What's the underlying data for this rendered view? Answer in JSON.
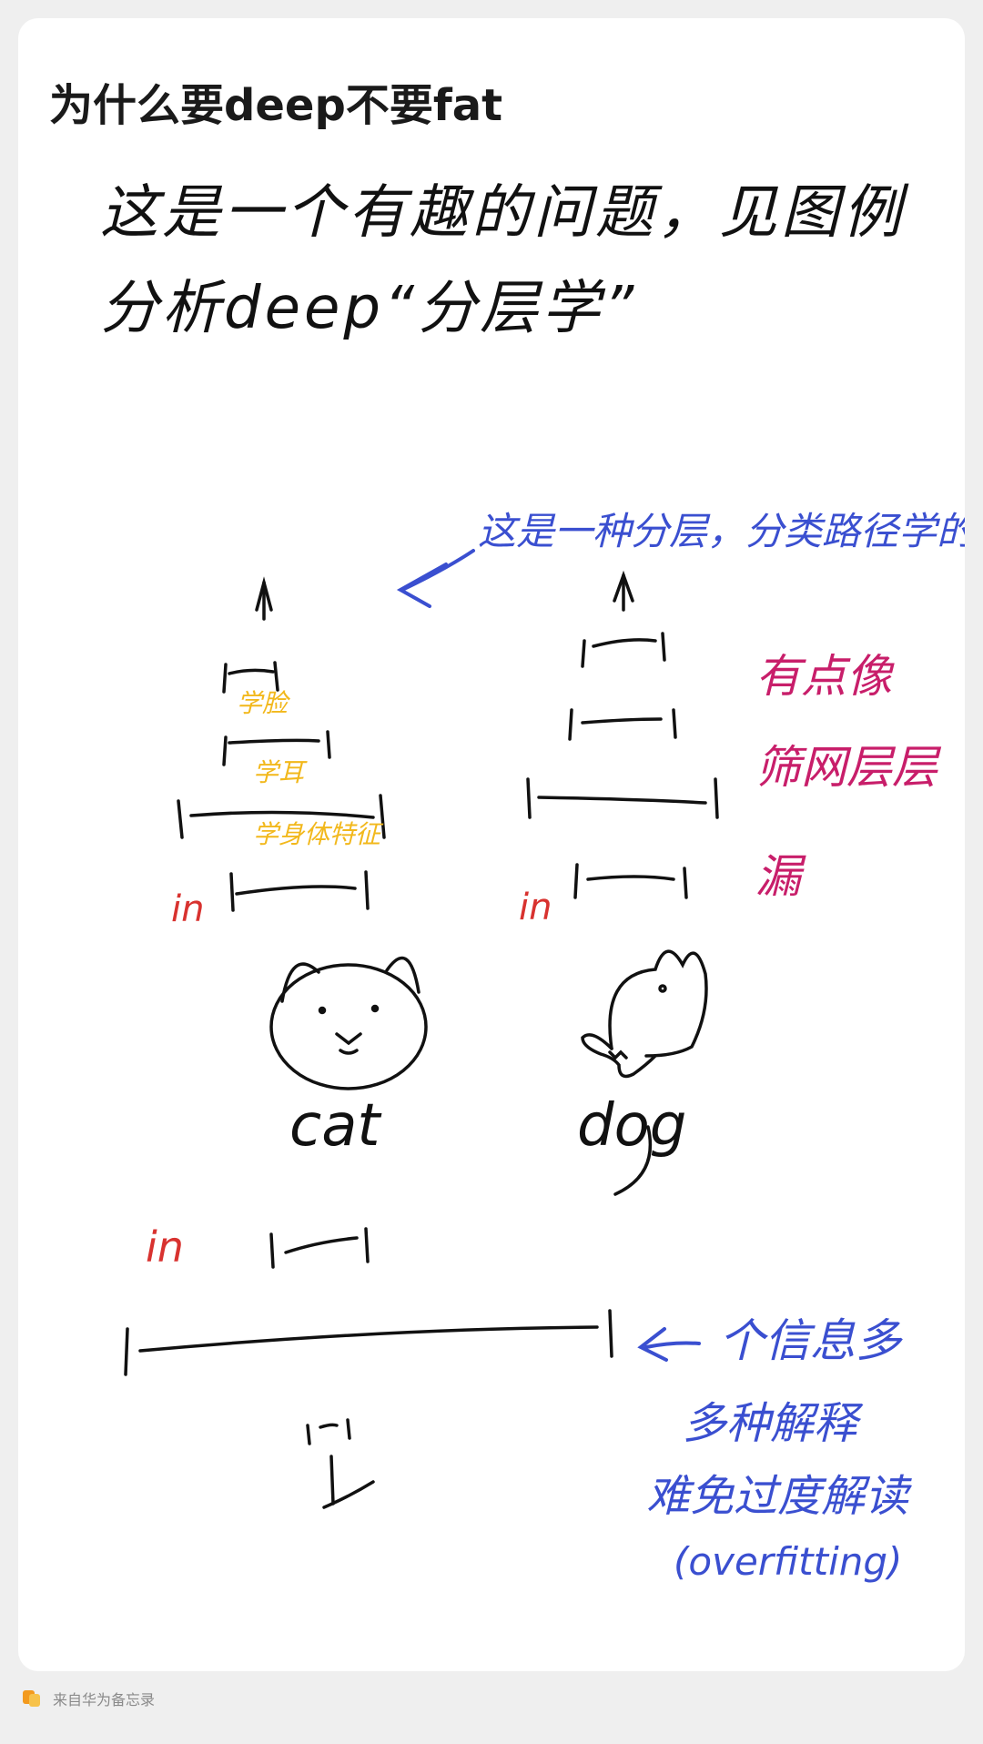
{
  "note": {
    "title": "为什么要deep不要fat",
    "handwriting": {
      "intro_line1": "这是一个有趣的问题，见图例",
      "intro_line2": "分析deep“分层学”",
      "label_cat": "cat",
      "label_dog": "dog",
      "label_in": "in",
      "cat_layers": [
        "学脸",
        "学耳",
        "学身体特征"
      ],
      "arrow_note": "这是一种分层，分类路径学的东西",
      "pink_note": [
        "有点像",
        "筛网层层",
        "漏"
      ],
      "fat_note": "个信息多",
      "blue_bottom": [
        "多种解释",
        "难免过度解读",
        "(overfitting)"
      ]
    },
    "colors": {
      "ink": "#111111",
      "blue": "#3a4fd0",
      "red": "#d8322f",
      "yellow": "#f2b81c",
      "pink": "#c81e6a"
    }
  },
  "footer": {
    "source_text": "来自华为备忘录"
  }
}
